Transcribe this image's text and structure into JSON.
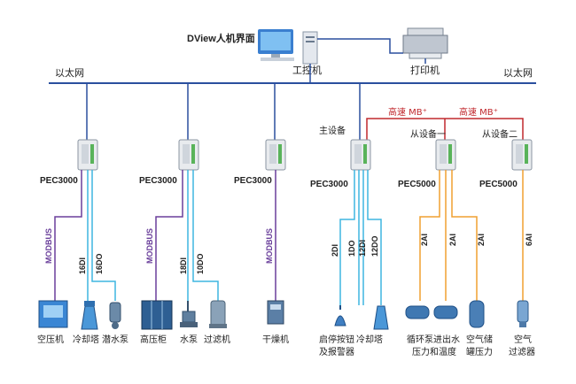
{
  "workstation": {
    "software_label": "DView人机界面",
    "pc_label": "工控机",
    "printer_label": "打印机"
  },
  "network": {
    "left_label": "以太网",
    "right_label": "以太网",
    "hs_label_1": "高速 MB⁺",
    "hs_label_2": "高速 MB⁺"
  },
  "devices": {
    "d1": {
      "model": "PEC3000",
      "modbus": "MODBUS",
      "io": [
        "16DI",
        "16DO"
      ]
    },
    "d2": {
      "model": "PEC3000",
      "modbus": "MODBUS",
      "io": [
        "18DI",
        "10DO"
      ]
    },
    "d3": {
      "model": "PEC3000",
      "modbus": "MODBUS"
    },
    "d4": {
      "role": "主设备",
      "model": "PEC3000",
      "io": [
        "2DI",
        "1DO",
        "12DI",
        "12DO"
      ]
    },
    "d5": {
      "role": "从设备一",
      "model": "PEC5000",
      "io": [
        "2AI",
        "2AI",
        "2AI"
      ]
    },
    "d6": {
      "role": "从设备二",
      "model": "PEC5000",
      "io": [
        "6AI"
      ]
    }
  },
  "field": {
    "air_compressor": "空压机",
    "cooling_tower_1": "冷却塔",
    "sub_pump": "潜水泵",
    "hv_cabinet": "高压柜",
    "water_pump": "水泵",
    "filter_1": "过滤机",
    "dryer": "干燥机",
    "alarm_line1": "启停按钮",
    "alarm_line2": "及报警器",
    "cooling_tower_2": "冷却塔",
    "circ_line1": "循环泵进出水",
    "circ_line2": "压力和温度",
    "tank_line1": "空气储",
    "tank_line2": "罐压力",
    "airfilter_line1": "空气",
    "airfilter_line2": "过滤器"
  },
  "colors": {
    "ethernet": "#2a4f9e",
    "highspeed": "#c0282d",
    "modbus": "#6a3f9b",
    "digital": "#3fb6e0",
    "analog": "#f0a030"
  }
}
